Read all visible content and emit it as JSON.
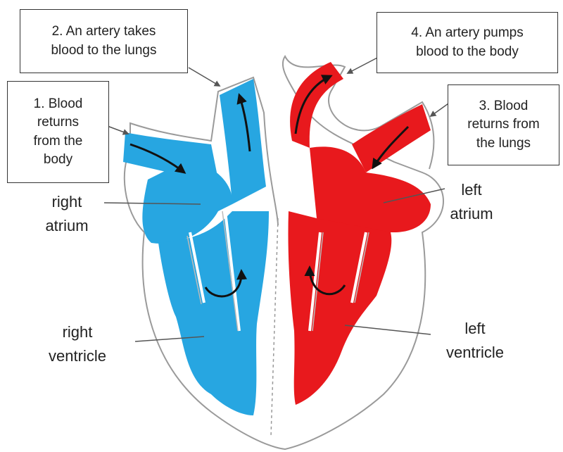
{
  "callouts": {
    "step1": [
      "1. Blood",
      "returns",
      "from the",
      "body"
    ],
    "step2": [
      "2. An artery takes",
      "blood to the lungs"
    ],
    "step3": [
      "3. Blood",
      "returns from",
      "the lungs"
    ],
    "step4": [
      "4. An artery pumps",
      "blood to the body"
    ]
  },
  "labels": {
    "right_atrium": [
      "right",
      "atrium"
    ],
    "right_ventricle": [
      "right",
      "ventricle"
    ],
    "left_atrium": [
      "left",
      "atrium"
    ],
    "left_ventricle": [
      "left",
      "ventricle"
    ]
  },
  "colors": {
    "deoxygenated": "#27a6e1",
    "oxygenated": "#e8191d",
    "outline": "#9a9a9a",
    "arrow": "#111111"
  }
}
